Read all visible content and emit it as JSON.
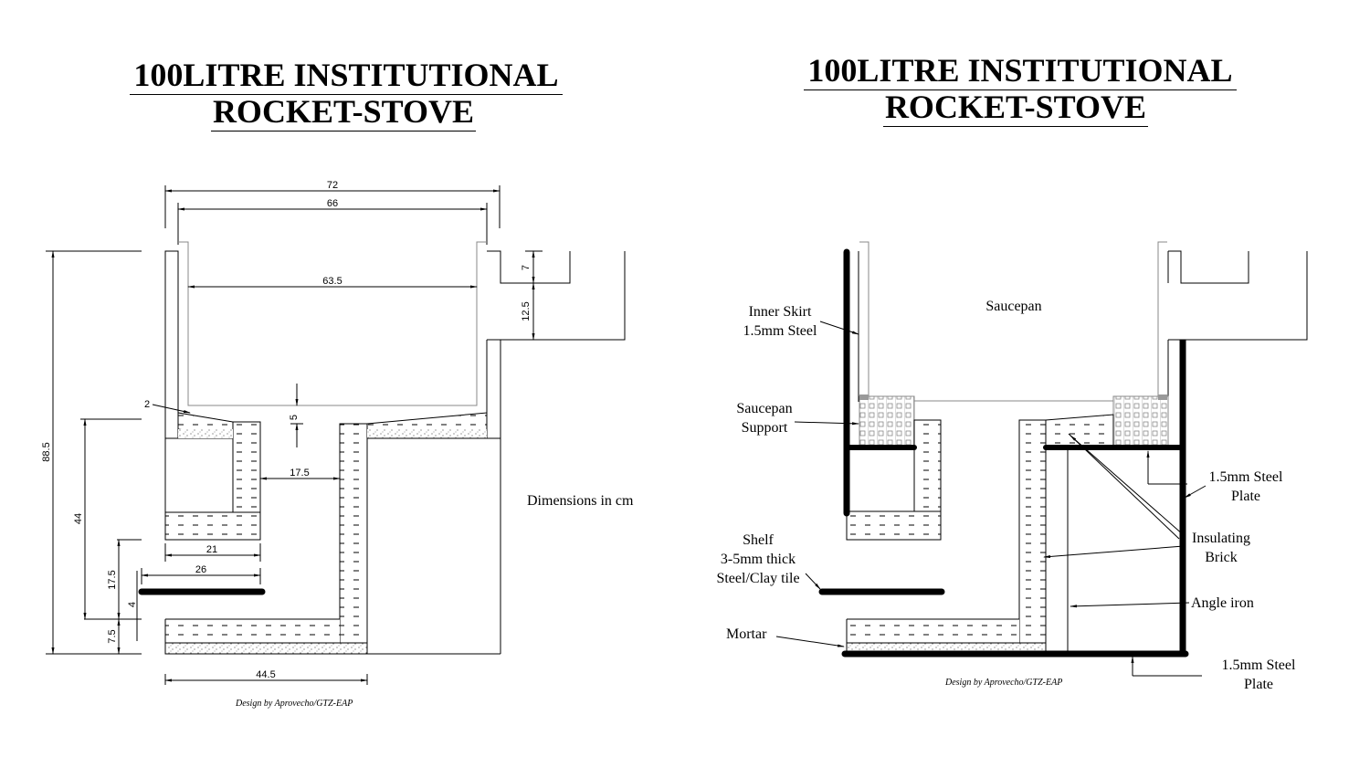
{
  "left_drawing": {
    "title_line1": "100LITRE INSTITUTIONAL",
    "title_line2": "ROCKET-STOVE",
    "units_note": "Dimensions in cm",
    "credit": "Design by Aprovecho/GTZ-EAP",
    "dimensions": {
      "overall_width": "72",
      "inner_width": "66",
      "saucepan_width": "63.5",
      "skirt_top": "7",
      "skirt_gap": "12.5",
      "overall_height": "88.5",
      "chamber_height": "44",
      "shelf_height": "17.5",
      "shelf_thickness": "4",
      "base_height": "7.5",
      "gap_callout": "2",
      "pan_gap": "5",
      "chimney_width": "17.5",
      "feed_width": "21",
      "shelf_length": "26",
      "base_length": "44.5"
    }
  },
  "right_drawing": {
    "title_line1": "100LITRE INSTITUTIONAL",
    "title_line2": "ROCKET-STOVE",
    "credit": "Design by Aprovecho/GTZ-EAP",
    "labels": {
      "saucepan": "Saucepan",
      "inner_skirt_1": "Inner Skirt",
      "inner_skirt_2": "1.5mm Steel",
      "saucepan_support_1": "Saucepan",
      "saucepan_support_2": "Support",
      "steel_plate_top_1": "1.5mm Steel",
      "steel_plate_top_2": "Plate",
      "insulating_brick_1": "Insulating",
      "insulating_brick_2": "Brick",
      "shelf_1": "Shelf",
      "shelf_2": "3-5mm thick",
      "shelf_3": "Steel/Clay tile",
      "angle_iron": "Angle iron",
      "mortar": "Mortar",
      "steel_plate_bottom_1": "1.5mm Steel",
      "steel_plate_bottom_2": "Plate"
    }
  }
}
